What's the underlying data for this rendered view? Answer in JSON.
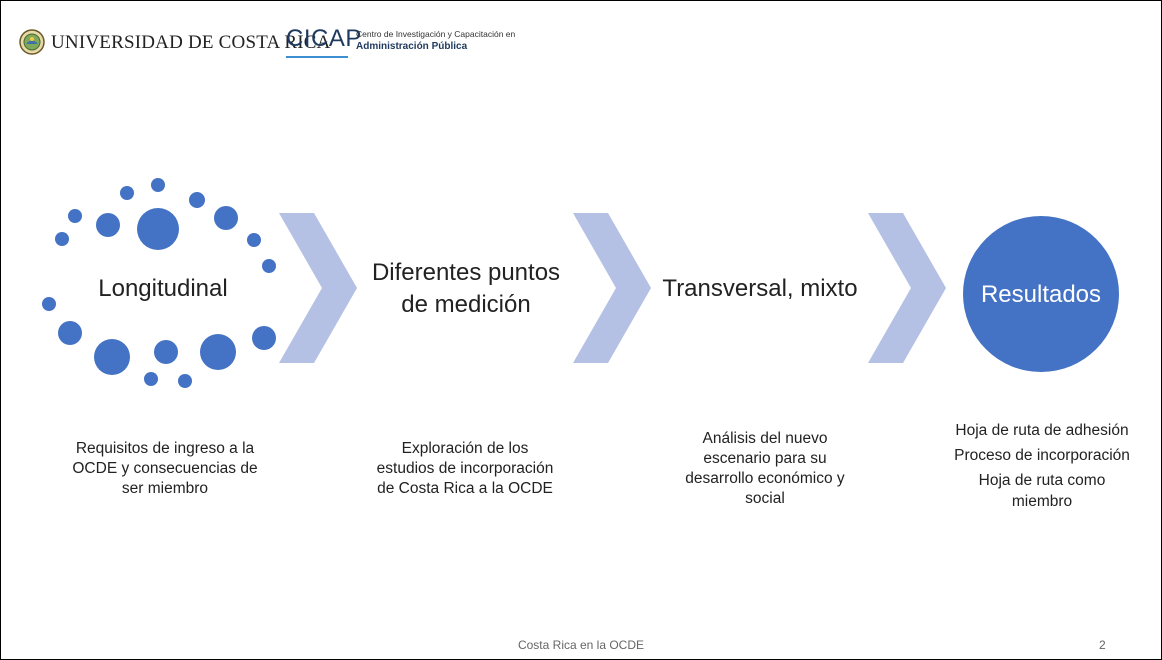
{
  "header": {
    "university_name": "UNIVERSIDAD DE COSTA RICA",
    "cicap_name": "CICAP",
    "cicap_subtitle_line1": "Centro de Investigación y Capacitación en",
    "cicap_subtitle_line2": "Administración Pública"
  },
  "steps": [
    {
      "label": "Longitudinal",
      "description_lines": [
        "Requisitos de ingreso a la",
        "OCDE y consecuencias de",
        "ser miembro"
      ]
    },
    {
      "label_lines": [
        "Diferentes puntos",
        "de medición"
      ],
      "description_lines": [
        "Exploración de los",
        "estudios de incorporación",
        "de Costa Rica a la OCDE"
      ]
    },
    {
      "label": "Transversal, mixto",
      "description_lines": [
        "Análisis del nuevo",
        "escenario para su",
        "desarrollo económico y",
        "social"
      ]
    },
    {
      "label": "Resultados",
      "description_lines": [
        "Hoja de ruta de adhesión",
        "Proceso de incorporación",
        "Hoja de ruta como",
        "miembro"
      ]
    }
  ],
  "footer": {
    "text": "Costa Rica en la OCDE",
    "page_number": "2"
  },
  "colors": {
    "accent_blue": "#4472c4",
    "chevron": "#b4c0e4",
    "text": "#222222"
  }
}
